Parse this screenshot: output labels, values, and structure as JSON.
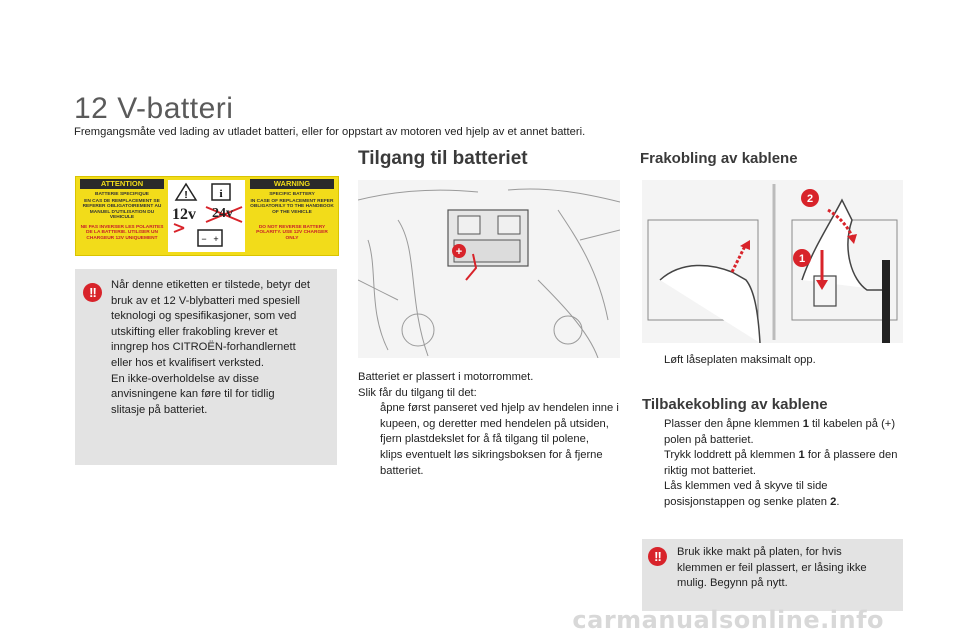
{
  "page": {
    "title": "12 V-batteri",
    "subtitle": "Fremgangsmåte ved lading av utladet batteri, eller for oppstart av motoren ved hjelp av et annet batteri."
  },
  "label": {
    "attention": "ATTENTION",
    "warning": "WARNING",
    "fr_text1": "BATTERIE SPECIFIQUE",
    "fr_text2": "EN CAS DE REMPLACEMENT SE REFERER OBLIGATOIREMENT AU MANUEL D'UTILISATION DU VEHICULE",
    "fr_text3": "NE PAS INVERSER LES POLARITES DE LA BATTERIE. UTILISER UN CHARGEUR 12V UNIQUEMENT",
    "en_text1": "SPECIFIC BATTERY",
    "en_text2": "IN CASE OF REPLACEMENT REFER OBLIGATORILY TO THE HANDBOOK OF THE VEHICLE",
    "en_text3": "DO NOT REVERSE BATTERY POLARITY. USE 12V CHARGER ONLY",
    "v12": "12v",
    "v24": "24v"
  },
  "warning1": {
    "icon": "!!",
    "lines": [
      "Når denne etiketten er tilstede, betyr det",
      "bruk av et 12 V-blybatteri med spesiell",
      "teknologi og spesifikasjoner, som ved",
      "utskifting eller frakobling krever et",
      "inngrep hos CITROËN-forhandlernett",
      "eller hos et kvalifisert verksted.",
      "En ikke-overholdelse av disse",
      "anvisningene kan føre til for tidlig",
      "slitasje på batteriet."
    ]
  },
  "access": {
    "heading": "Tilgang til batteriet",
    "intro1": "Batteriet er plassert i motorrommet.",
    "intro2": "Slik får du tilgang til det:",
    "steps": [
      "åpne først panseret ved hjelp av hendelen inne i kupeen, og deretter med hendelen på utsiden,",
      "fjern plastdekslet for å få tilgang til polene,",
      "klips eventuelt løs sikringsboksen for å fjerne batteriet."
    ]
  },
  "disconnect": {
    "heading": "Frakobling av kablene",
    "steps": [
      "Løft låseplaten maksimalt opp."
    ],
    "callout1": "1",
    "callout2": "2"
  },
  "reconnect": {
    "heading": "Tilbakekobling av kablene",
    "s1a": "Plasser den åpne klemmen ",
    "s1b": "1",
    "s1c": " til kabelen på (+) polen på batteriet.",
    "s2a": "Trykk loddrett på klemmen ",
    "s2b": "1",
    "s2c": " for å plassere den riktig mot batteriet.",
    "s3a": "Lås klemmen ved å skyve til side posisjonstappen og senke platen ",
    "s3b": "2",
    "s3c": "."
  },
  "warning2": {
    "icon": "!!",
    "lines": [
      "Bruk ikke makt på platen, for hvis",
      "klemmen er feil plassert, er låsing ikke",
      "mulig. Begynn på nytt."
    ]
  },
  "bullet_glyph": "",
  "watermark": "carmanualsonline.info",
  "colors": {
    "warning_red": "#d8232a",
    "label_yellow": "#f2dc1a",
    "box_grey": "#e3e3e3"
  }
}
